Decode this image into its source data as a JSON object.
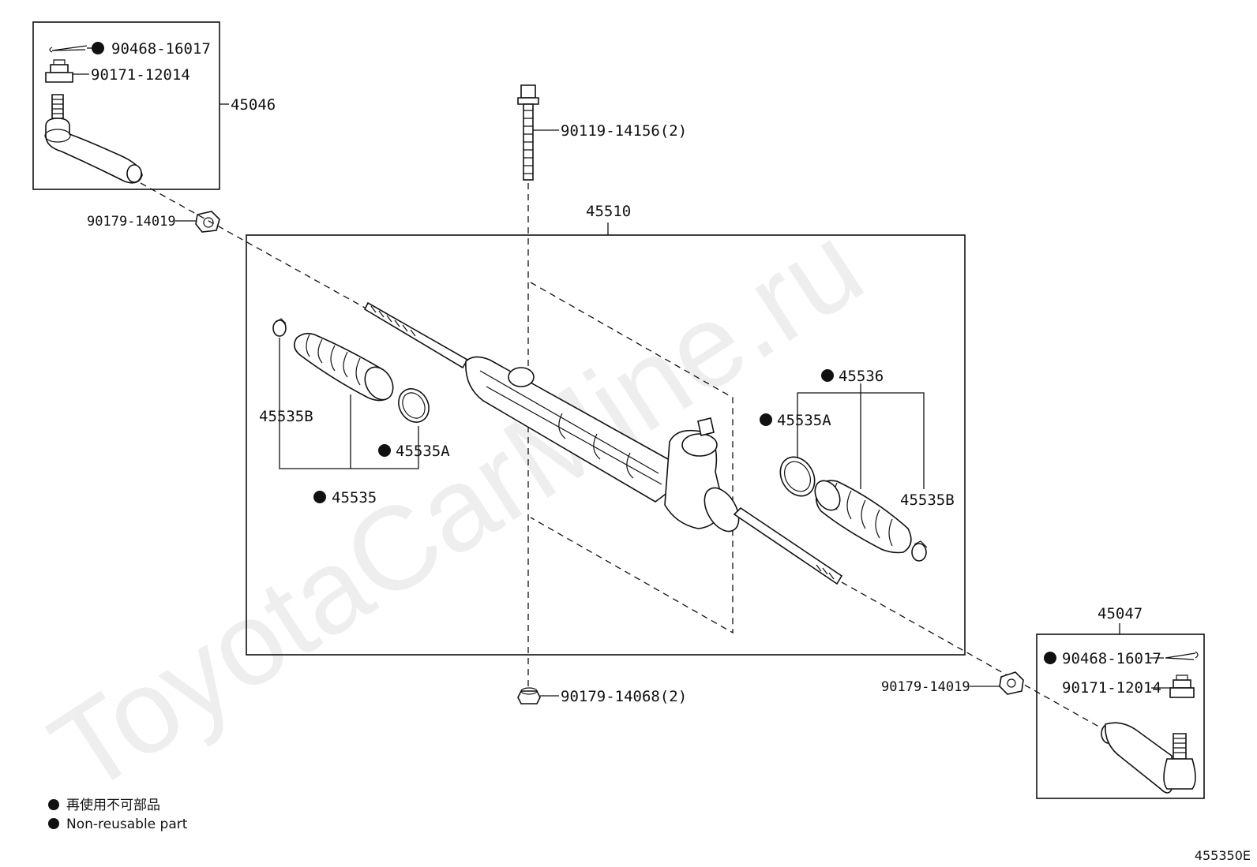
{
  "watermark": "ToyotaCarMine.ru",
  "diagram_code": "455350E",
  "legend": {
    "jp": "再使用不可部品",
    "en": "Non-reusable part"
  },
  "labels": {
    "cotter_pin_left": "90468-16017",
    "nut_left": "90171-12014",
    "tie_rod_end_left": "45046",
    "lock_nut_left": "90179-14019",
    "bolt": "90119-14156(2)",
    "rack_assy": "45510",
    "clamp_b_left": "45535B",
    "clamp_a_left": "45535A",
    "boot_left": "45535",
    "boot_kit_right": "45536",
    "clamp_a_right": "45535A",
    "clamp_b_right": "45535B",
    "nut_bottom": "90179-14068(2)",
    "tie_rod_end_right": "45047",
    "cotter_pin_right": "90468-16017",
    "nut_right": "90171-12014",
    "lock_nut_right": "90179-14019"
  },
  "colors": {
    "line": "#111111",
    "watermark": "#eeeeee"
  }
}
